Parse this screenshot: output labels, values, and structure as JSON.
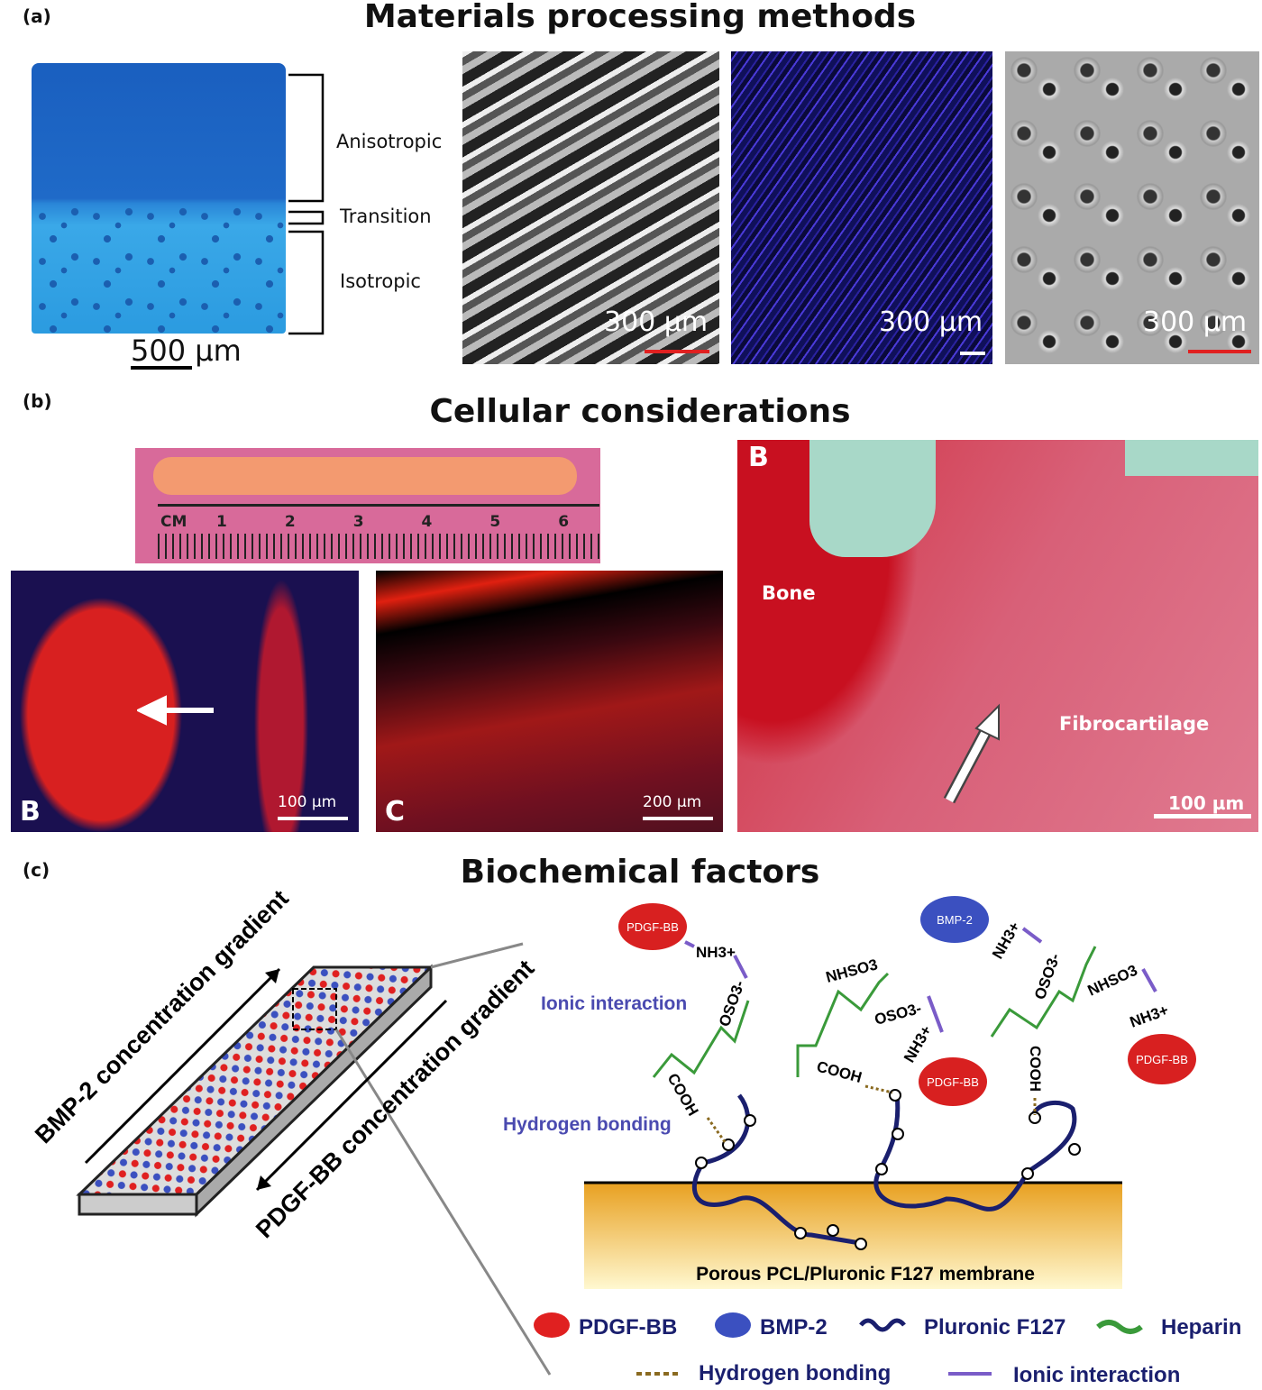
{
  "panel_a": {
    "label": "(a)",
    "title": "Materials processing methods",
    "zones": [
      "Anisotropic",
      "Transition",
      "Isotropic"
    ],
    "scale_main": "500 µm",
    "sem_scales": [
      "300 µm",
      "300 µm",
      "300 µm"
    ]
  },
  "panel_b": {
    "label": "(b)",
    "title": "Cellular considerations",
    "ruler": {
      "unit": "CM",
      "ticks": [
        "1",
        "2",
        "3",
        "4",
        "5",
        "6"
      ]
    },
    "img_b": {
      "letter": "B",
      "scale": "100 µm"
    },
    "img_c": {
      "letter": "C",
      "scale": "200 µm"
    },
    "histology": {
      "letter": "B",
      "bone": "Bone",
      "fibro": "Fibrocartilage",
      "scale": "100 µm"
    }
  },
  "panel_c": {
    "label": "(c)",
    "title": "Biochemical factors",
    "gradient_bmp": "BMP-2  concentration gradient",
    "gradient_pdgf": "PDGF-BB concentration gradient",
    "ionic": "Ionic interaction",
    "hbond": "Hydrogen bonding",
    "membrane": "Porous PCL/Pluronic F127 membrane",
    "molecules": {
      "pdgf": "PDGF-BB",
      "bmp": "BMP-2",
      "nh3": "NH3+",
      "oso3": "OSO3-",
      "nhso3": "NHSO3",
      "cooh": "COOH"
    },
    "legend": [
      {
        "label": "PDGF-BB",
        "color": "#e02020"
      },
      {
        "label": "BMP-2",
        "color": "#3b50c0"
      },
      {
        "label": "Pluronic F127",
        "color": "#1a1f6e"
      },
      {
        "label": "Heparin",
        "color": "#3a9a3a"
      },
      {
        "label": "Hydrogen bonding",
        "color": "#8a6a20"
      },
      {
        "label": "Ionic interaction",
        "color": "#7a5cc8"
      }
    ]
  }
}
